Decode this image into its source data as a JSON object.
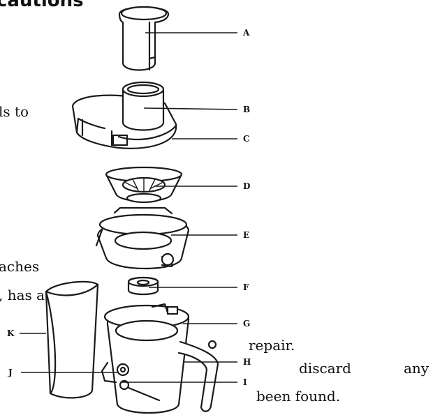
{
  "heading": "cautions",
  "text_fragments": {
    "to": "ls  to",
    "reaches": "aches",
    "has_a": ",  has  a",
    "repair": "repair.",
    "discard": "discard",
    "any": "any",
    "been_found": "been found."
  },
  "part_labels": [
    "A",
    "B",
    "C",
    "D",
    "E",
    "F",
    "G",
    "H",
    "I",
    "J",
    "K"
  ]
}
